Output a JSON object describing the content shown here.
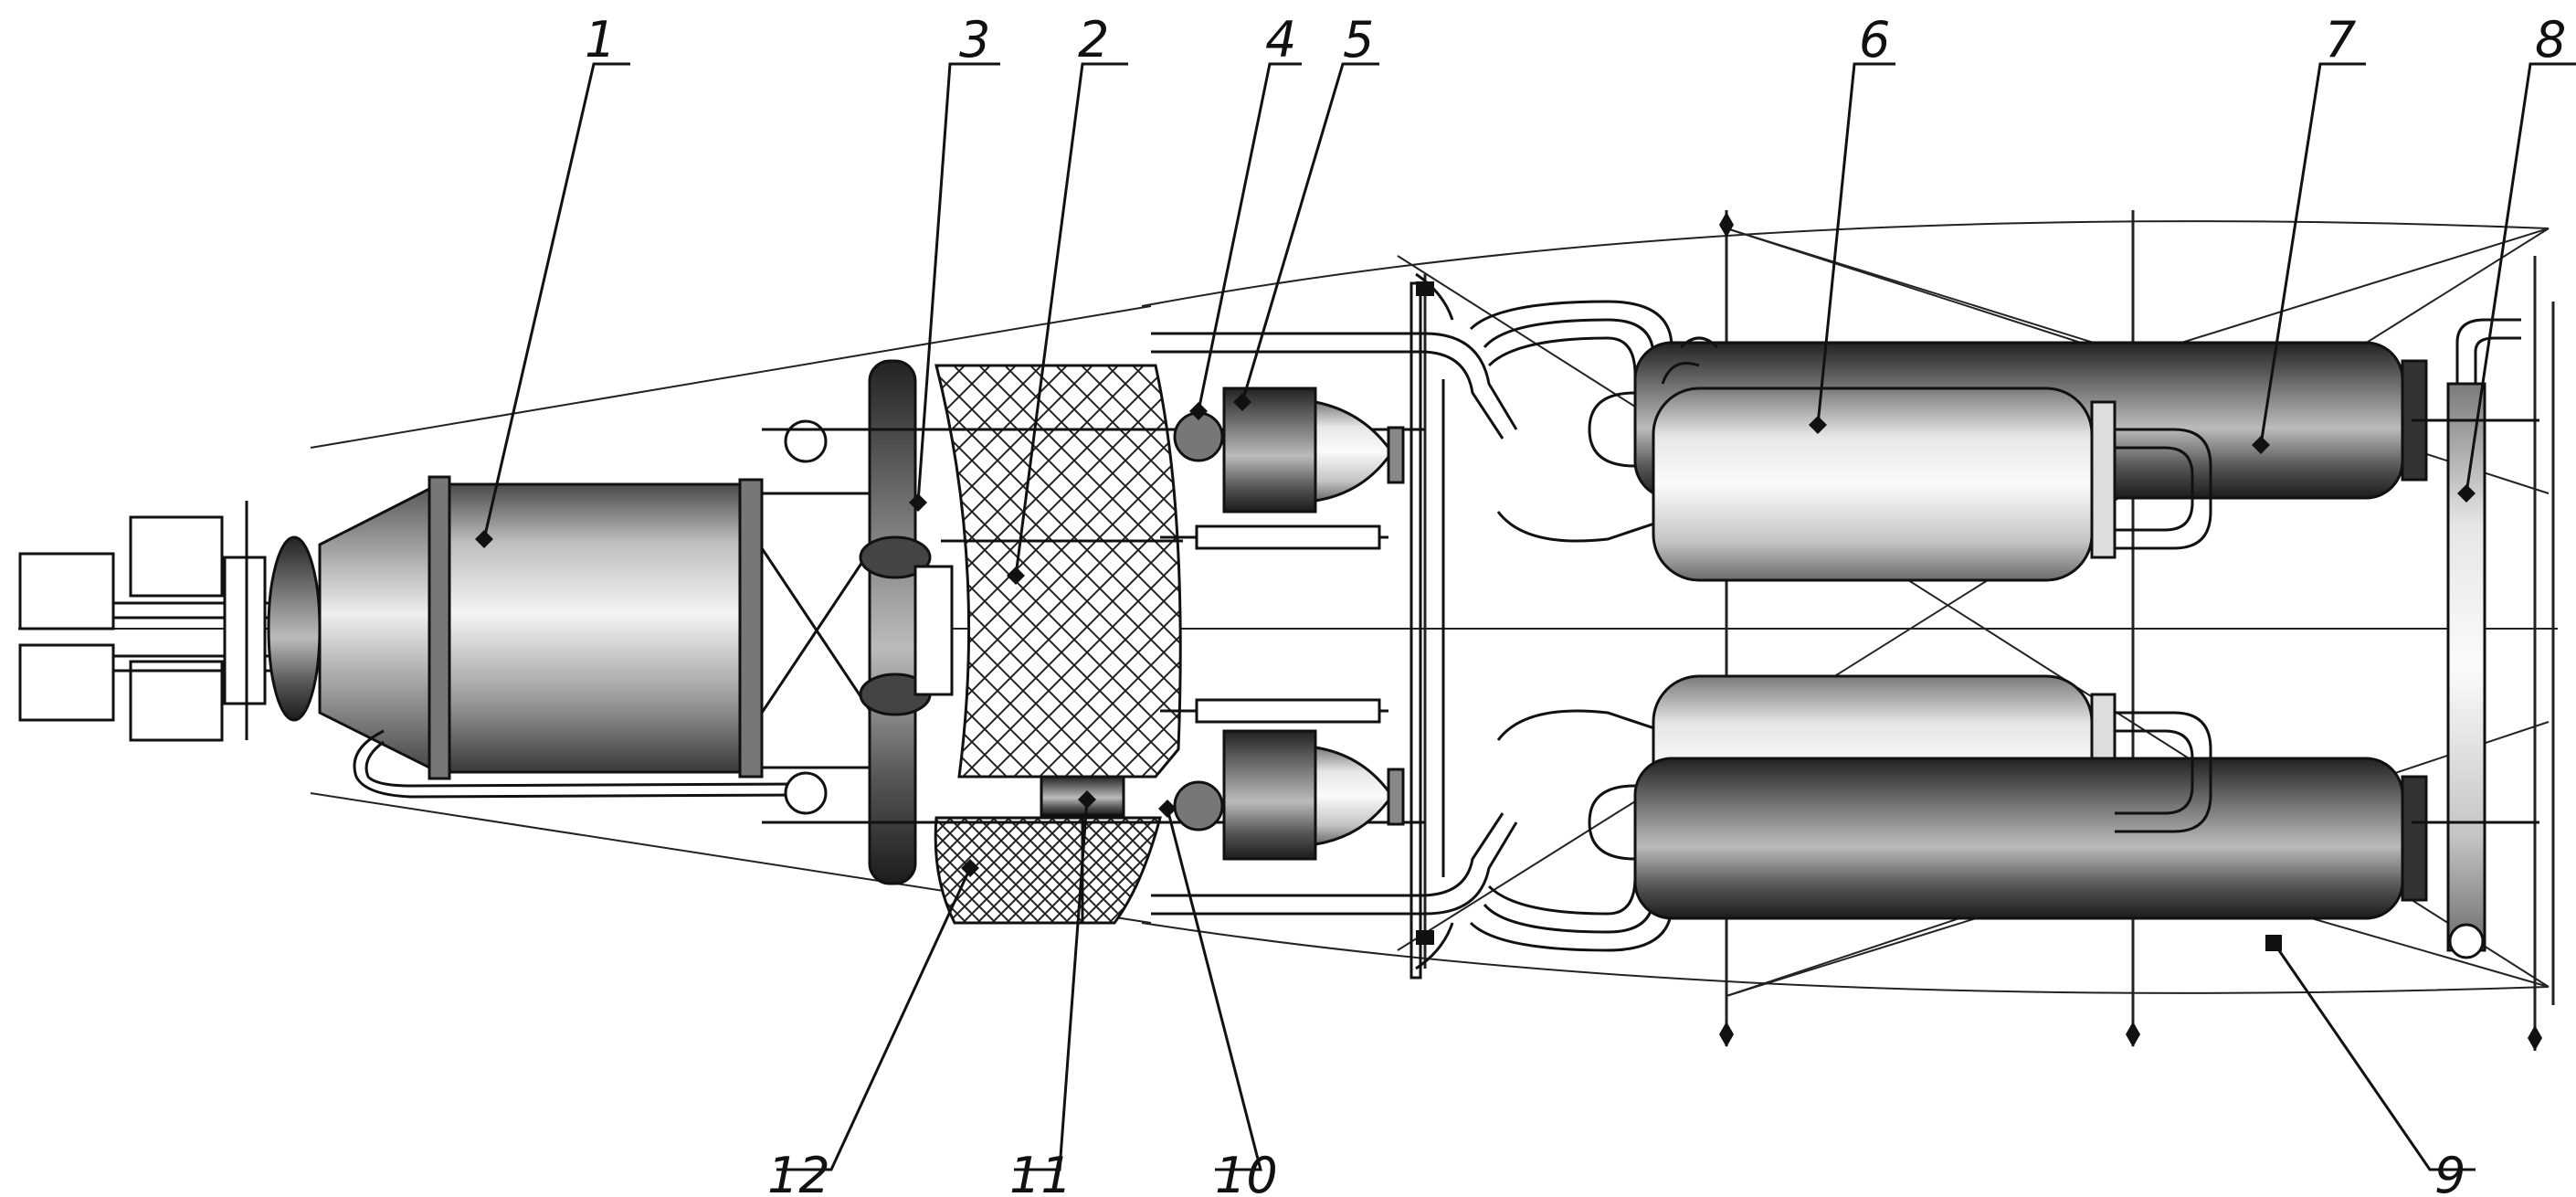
{
  "diagram": {
    "style": "engineering cross-section drawing, grayscale",
    "callouts": [
      {
        "label": "1"
      },
      {
        "label": "2"
      },
      {
        "label": "3"
      },
      {
        "label": "4"
      },
      {
        "label": "5"
      },
      {
        "label": "6"
      },
      {
        "label": "7"
      },
      {
        "label": "8"
      },
      {
        "label": "9"
      },
      {
        "label": "10"
      },
      {
        "label": "11"
      },
      {
        "label": "12"
      }
    ]
  }
}
